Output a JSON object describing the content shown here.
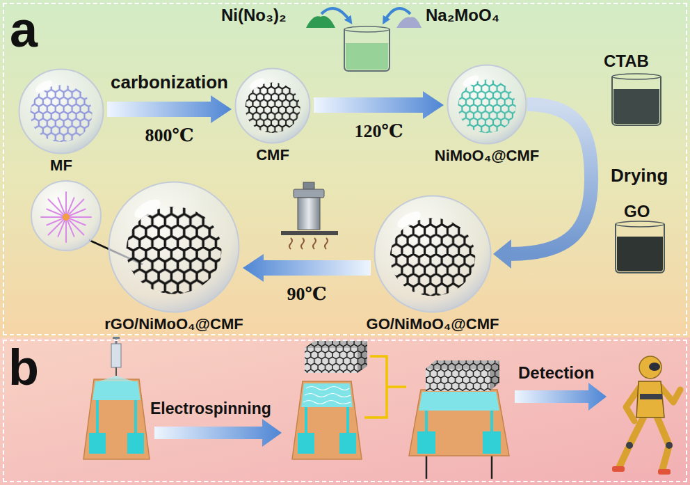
{
  "diagram": {
    "nodes": [
      {
        "text": [
          "a"
        ]
      },
      {
        "text": [
          "MF"
        ],
        "in": 0
      },
      {
        "text": [
          "CMF"
        ],
        "in": 0
      },
      {
        "text": [
          "NiMoO₄@CMF"
        ],
        "in": 0
      },
      {
        "text": [
          "GO/NiMoO₄@CMF"
        ],
        "in": 0
      },
      {
        "text": [
          "rGO/NiMoO₄@CMF"
        ],
        "in": 0
      },
      {
        "text": [
          "b"
        ]
      }
    ],
    "edges": [
      {
        "from": 1,
        "to": 2,
        "arrow": "to",
        "label": "carbonization"
      },
      {
        "from": 2,
        "to": 3,
        "arrow": "to",
        "label": "120℃"
      },
      {
        "from": 3,
        "to": 4,
        "arrow": "to",
        "label": "Drying"
      },
      {
        "from": 4,
        "to": 5,
        "arrow": "to",
        "label": "90℃"
      }
    ],
    "labels": [
      "800℃",
      "Ni(No₃)₂",
      "Na₂MoO₄",
      "CTAB",
      "GO",
      "Electrospinning",
      "Detection"
    ]
  }
}
